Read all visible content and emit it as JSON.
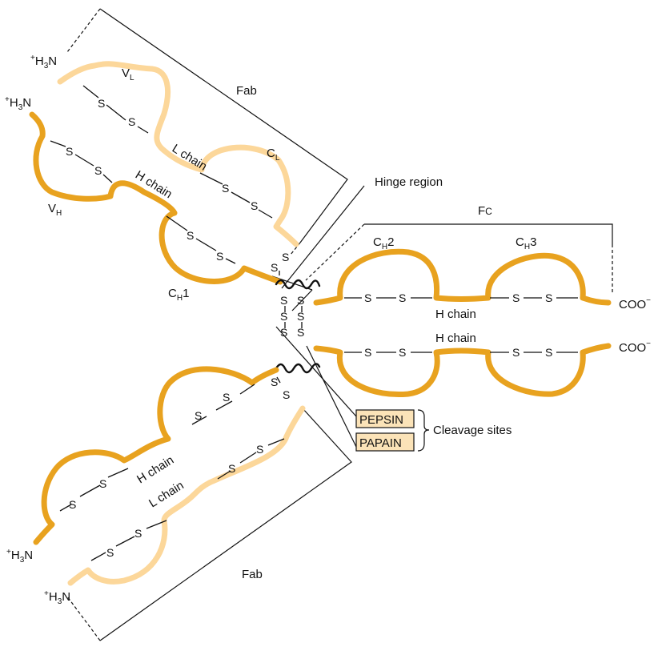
{
  "colors": {
    "heavy_chain": "#E8A21F",
    "light_chain": "#FCD79A",
    "enzyme_box": "#FBE3B8"
  },
  "labels": {
    "fab_top": "Fab",
    "fab_bottom": "Fab",
    "fc_main": "F",
    "fc_sub": "C",
    "hinge_region": "Hinge region",
    "cleavage_sites": "Cleavage sites",
    "pepsin": "PEPSIN",
    "papain": "PAPAIN",
    "l_chain_top": "L chain",
    "h_chain_top": "H chain",
    "h_chain_fc_top": "H chain",
    "h_chain_fc_bottom": "H chain",
    "h_chain_bottom": "H chain",
    "l_chain_bottom": "L chain",
    "disulfide_atom": "S",
    "coo_main": "COO",
    "coo_sup": "−",
    "amino_terminus": {
      "sup": "+",
      "h": "H",
      "sub": "3",
      "n": "N"
    },
    "domains": {
      "vl": {
        "main": "V",
        "sub": "L"
      },
      "cl": {
        "main": "C",
        "sub": "L"
      },
      "vh": {
        "main": "V",
        "sub": "H"
      },
      "ch1": {
        "main": "C",
        "sub": "H",
        "suffix": "1"
      },
      "ch2": {
        "main": "C",
        "sub": "H",
        "suffix": "2"
      },
      "ch3": {
        "main": "C",
        "sub": "H",
        "suffix": "3"
      }
    }
  }
}
